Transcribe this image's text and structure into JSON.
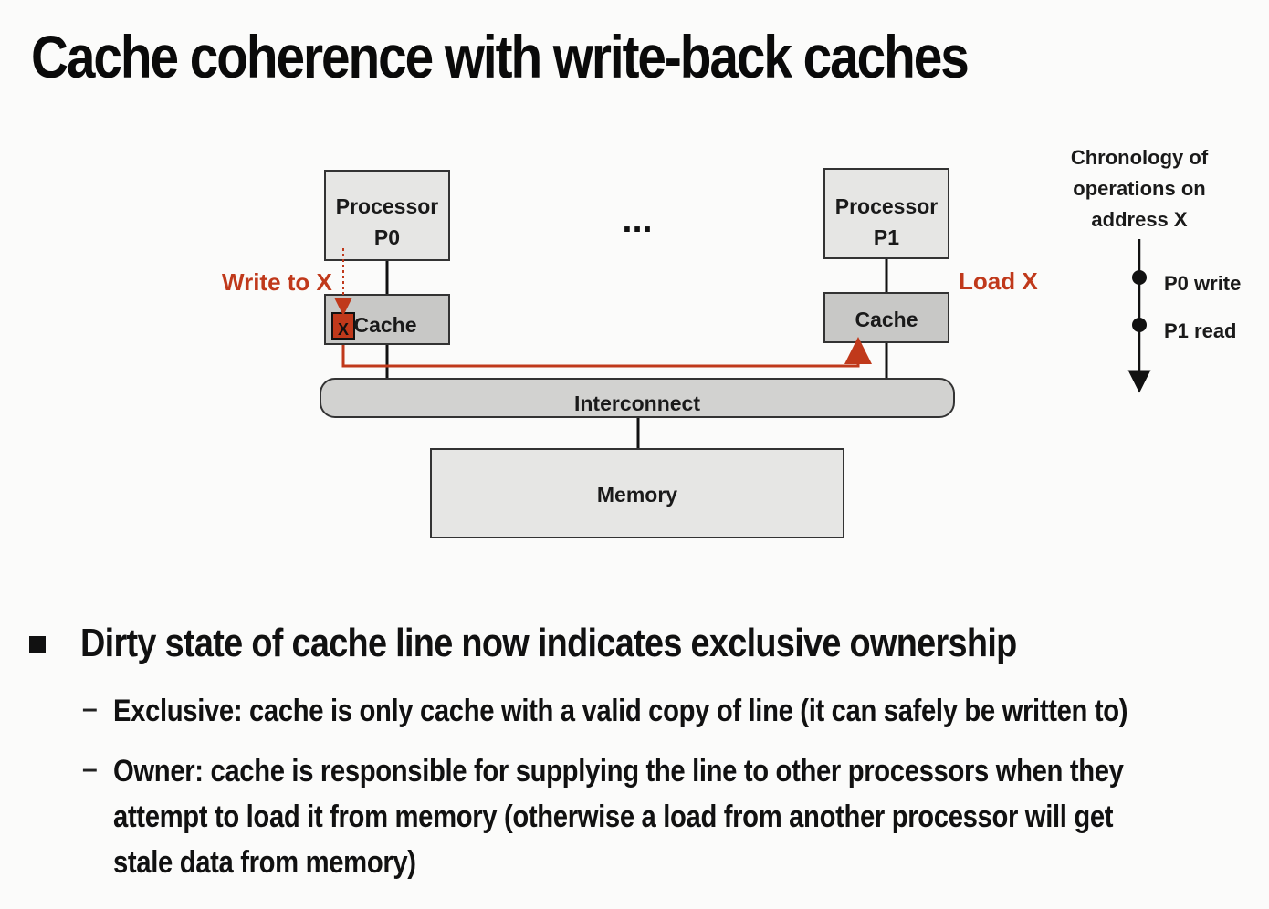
{
  "slide": {
    "title": "Cache coherence with write-back caches"
  },
  "diagram": {
    "processor_p0": {
      "line1": "Processor",
      "line2": "P0"
    },
    "processor_p1": {
      "line1": "Processor",
      "line2": "P1"
    },
    "ellipsis": "...",
    "cache_p0_label": "Cache",
    "cache_p0_line": "X",
    "cache_p1_label": "Cache",
    "interconnect_label": "Interconnect",
    "memory_label": "Memory",
    "write_label": "Write to X",
    "load_label": "Load X"
  },
  "chronology": {
    "title_lines": [
      "Chronology of",
      "operations on",
      "address X"
    ],
    "events": [
      "P0 write",
      "P1 read"
    ]
  },
  "bullets": {
    "main": "Dirty state of cache line now indicates exclusive ownership",
    "sub_dash": "–",
    "sub1": "Exclusive: cache is only cache with a valid copy of line (it can safely be written to)",
    "sub2_lines": [
      "Owner: cache is responsible for supplying the line to other processors when they",
      "attempt to load it from memory (otherwise a load from another processor will get",
      "stale data from memory)"
    ]
  },
  "colors": {
    "accent_red": "#c0391b",
    "box_fill": "#e6e6e4",
    "cache_fill": "#c8c8c6"
  }
}
